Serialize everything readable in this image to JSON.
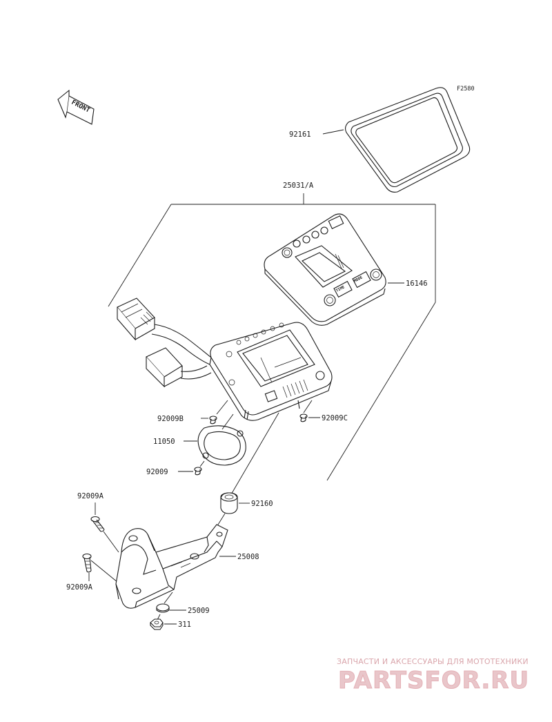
{
  "figure_ref": "F2580",
  "orientation_label": "FRONT",
  "part_numbers": {
    "lens_gasket": "92161",
    "meter_assembly": "25031/A",
    "meter_cover": "16146",
    "screw_b": "92009B",
    "screw_c": "92009C",
    "seal_ring": "11050",
    "screw": "92009",
    "grommet": "92160",
    "bolt_a_top": "92009A",
    "bolt_a_bottom": "92009A",
    "bracket": "25008",
    "washer": "25009",
    "nut": "311"
  },
  "meter_button_labels": {
    "mode": "MODE",
    "time": "TIME"
  },
  "watermark": {
    "tagline": "ЗАПЧАСТИ И АКСЕССУАРЫ ДЛЯ МОТОТЕХНИКИ",
    "brand": "PARTSFOR.RU"
  }
}
